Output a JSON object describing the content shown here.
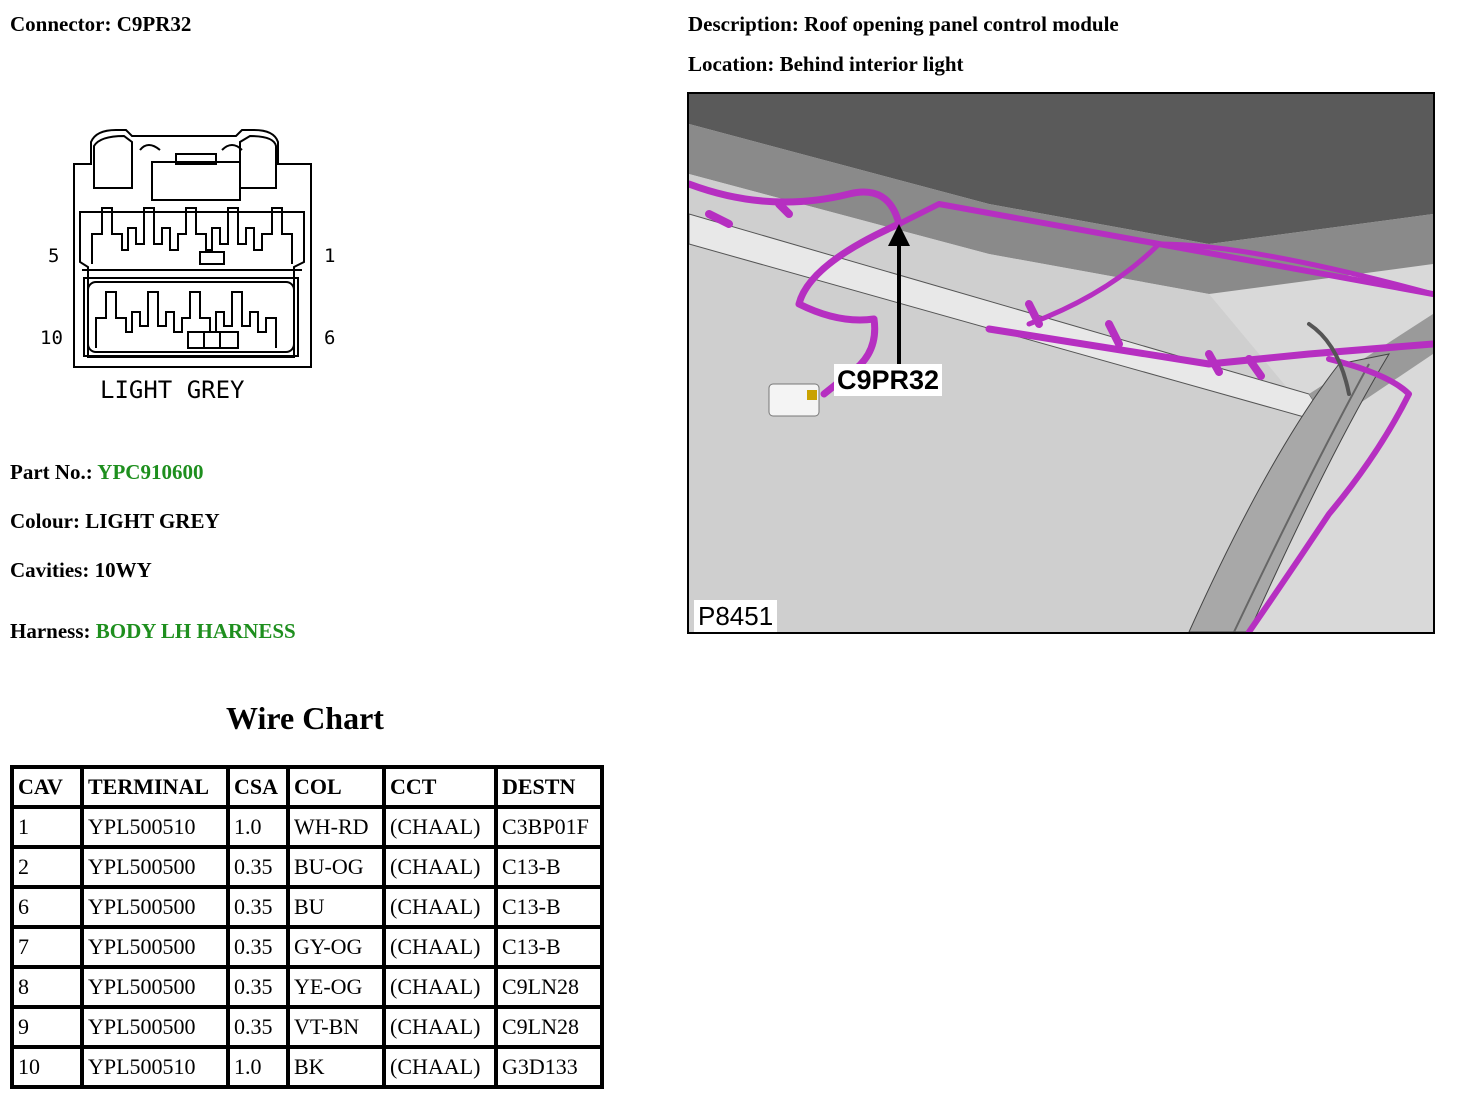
{
  "connector": {
    "label": "Connector:",
    "value": "C9PR32"
  },
  "description": {
    "label": "Description:",
    "value": "Roof opening panel control module"
  },
  "location": {
    "label": "Location:",
    "value": "Behind interior light"
  },
  "diagram": {
    "pin_labels": {
      "top_left": "5",
      "top_right": "1",
      "bottom_left": "10",
      "bottom_right": "6"
    },
    "colour_caption": "LIGHT GREY"
  },
  "photo": {
    "callout": "C9PR32",
    "code": "P8451",
    "harness_color": "#b62fc1"
  },
  "part_no": {
    "label": "Part No.:",
    "value": "YPC910600"
  },
  "colour": {
    "label": "Colour:",
    "value": "LIGHT GREY"
  },
  "cavities": {
    "label": "Cavities:",
    "value": "10WY"
  },
  "harness": {
    "label": "Harness:",
    "value": "BODY LH HARNESS"
  },
  "link_color": "#1e8f1e",
  "wire_chart": {
    "title": "Wire Chart",
    "columns": [
      "CAV",
      "TERMINAL",
      "CSA",
      "COL",
      "CCT",
      "DESTN"
    ],
    "rows": [
      [
        "1",
        "YPL500510",
        "1.0",
        "WH-RD",
        "(CHAAL)",
        "C3BP01F"
      ],
      [
        "2",
        "YPL500500",
        "0.35",
        "BU-OG",
        "(CHAAL)",
        "C13-B"
      ],
      [
        "6",
        "YPL500500",
        "0.35",
        "BU",
        "(CHAAL)",
        "C13-B"
      ],
      [
        "7",
        "YPL500500",
        "0.35",
        "GY-OG",
        "(CHAAL)",
        "C13-B"
      ],
      [
        "8",
        "YPL500500",
        "0.35",
        "YE-OG",
        "(CHAAL)",
        "C9LN28"
      ],
      [
        "9",
        "YPL500500",
        "0.35",
        "VT-BN",
        "(CHAAL)",
        "C9LN28"
      ],
      [
        "10",
        "YPL500510",
        "1.0",
        "BK",
        "(CHAAL)",
        "G3D133"
      ]
    ]
  }
}
